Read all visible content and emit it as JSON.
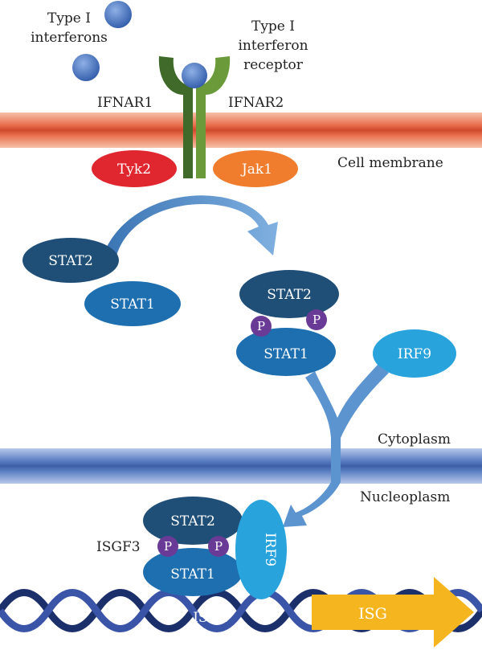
{
  "labels": {
    "type_i_interferons_1": "Type I",
    "type_i_interferons_2": "interferons",
    "receptor_1": "Type I",
    "receptor_2": "interferon",
    "receptor_3": "receptor",
    "ifnar1": "IFNAR1",
    "ifnar2": "IFNAR2",
    "tyk2": "Tyk2",
    "jak1": "Jak1",
    "cell_membrane": "Cell membrane",
    "stat2_free": "STAT2",
    "stat1_free": "STAT1",
    "stat2_phos": "STAT2",
    "stat1_phos": "STAT1",
    "p_left": "P",
    "p_right": "P",
    "irf9_free": "IRF9",
    "cytoplasm": "Cytoplasm",
    "nucleoplasm": "Nucleoplasm",
    "isgf3": "ISGF3",
    "stat2_nuc": "STAT2",
    "stat1_nuc": "STAT1",
    "p_nuc_left": "P",
    "p_nuc_right": "P",
    "irf9_nuc": "IRF9",
    "isre": "ISRE",
    "isg": "ISG"
  },
  "colors": {
    "stat_dark": "#1f4f77",
    "stat_mid": "#1e6fb0",
    "irf9": "#29a3dc",
    "phospho": "#6a3a97",
    "tyk2": "#e0262e",
    "jak1": "#ef7d2d",
    "ifnar1": "#3f6a2a",
    "ifnar2": "#6a9a3a",
    "membrane": "#e06848",
    "nuclear_membrane": "#4f73b5",
    "arrow": "#5b94cf",
    "isg_arrow": "#f4b51e",
    "dna": "#1b2f6b"
  }
}
